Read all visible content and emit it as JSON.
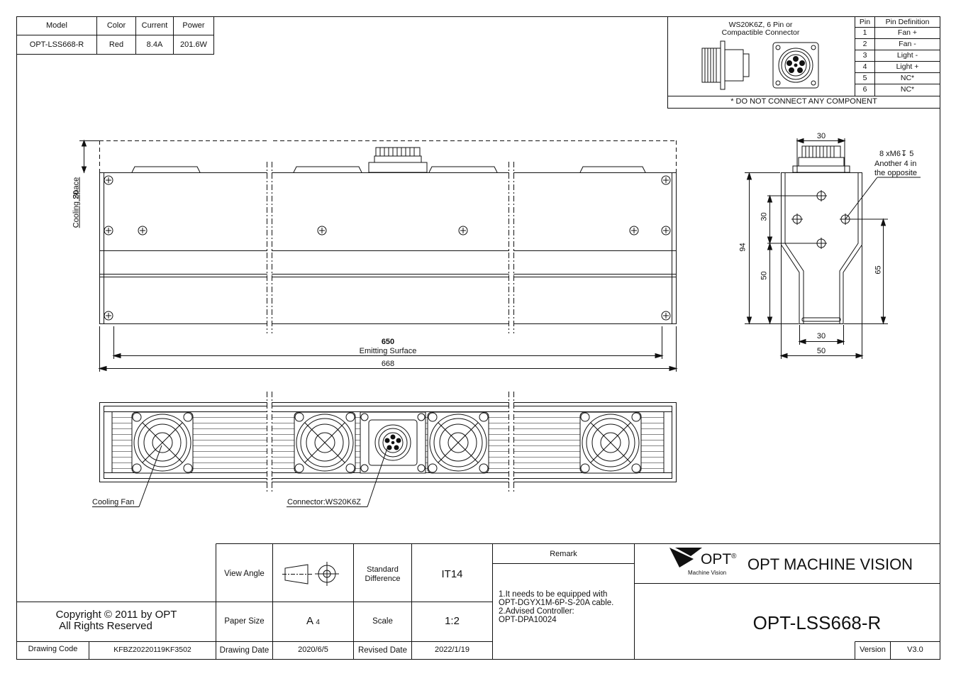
{
  "spec_table": {
    "headers": [
      "Model",
      "Color",
      "Current",
      "Power"
    ],
    "row": [
      "OPT-LSS668-R",
      "Red",
      "8.4A",
      "201.6W"
    ]
  },
  "connector": {
    "title_line1": "WS20K6Z,  6 Pin or",
    "title_line2": "Compactible Connector",
    "pin_header": "Pin",
    "def_header": "Pin Definition",
    "pins": [
      {
        "pin": "1",
        "def": "Fan +"
      },
      {
        "pin": "2",
        "def": "Fan -"
      },
      {
        "pin": "3",
        "def": "Light -"
      },
      {
        "pin": "4",
        "def": "Light +"
      },
      {
        "pin": "5",
        "def": "NC*"
      },
      {
        "pin": "6",
        "def": "NC*"
      }
    ],
    "note": "* DO NOT CONNECT ANY COMPONENT"
  },
  "front_view": {
    "cooling_dim": "20",
    "cooling_label": "Cooling Space",
    "emit_dim": "650",
    "emit_label": "Emitting Surface",
    "overall_dim": "668"
  },
  "side_view": {
    "top_width": "30",
    "hole_note_1": "8 xM6↧ 5",
    "hole_note_2": "Another 4 in",
    "hole_note_3": "the opposite",
    "height_total": "94",
    "hole_spacing": "30",
    "lower_height": "50",
    "right_height": "65",
    "bottom_inner": "30",
    "bottom_outer": "50"
  },
  "bottom_view": {
    "fan_label": "Cooling Fan",
    "connector_label": "Connector:WS20K6Z"
  },
  "title_block": {
    "copyright_1": "Copyright © 2011 by OPT",
    "copyright_2": "All Rights Reserved",
    "drawing_code_label": "Drawing Code",
    "drawing_code": "KFBZ20220119KF3502",
    "view_angle_label": "View Angle",
    "std_diff_label_1": "Standard",
    "std_diff_label_2": "Difference",
    "std_diff": "IT14",
    "paper_size_label": "Paper Size",
    "paper_size": "A",
    "paper_size_sub": "4",
    "scale_label": "Scale",
    "scale": "1:2",
    "drawing_date_label": "Drawing Date",
    "drawing_date": "2020/6/5",
    "revised_date_label": "Revised Date",
    "revised_date": "2022/1/19",
    "remark_label": "Remark",
    "remark_1": "1.It needs to be equipped with",
    "remark_2": "OPT-DGYX1M-6P-S-20A cable.",
    "remark_3": "2.Advised Controller:",
    "remark_4": "OPT-DPA10024",
    "brand": "OPT",
    "brand_sub": "Machine Vision",
    "company": "OPT MACHINE VISION",
    "model": "OPT-LSS668-R",
    "version_label": "Version",
    "version": "V3.0"
  },
  "colors": {
    "line": "#111111",
    "paper": "#ffffff"
  }
}
